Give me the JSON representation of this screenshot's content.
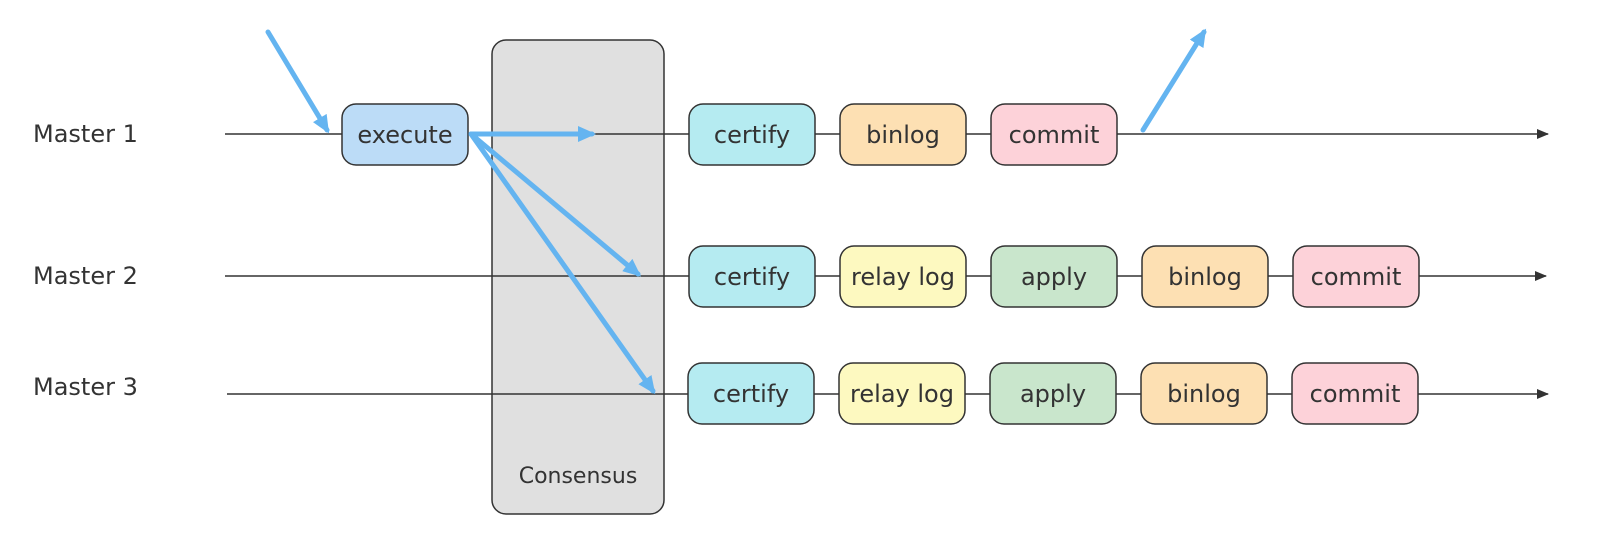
{
  "rows": [
    {
      "label": "Master 1"
    },
    {
      "label": "Master 2"
    },
    {
      "label": "Master 3"
    }
  ],
  "consensus": {
    "label": "Consensus"
  },
  "stages": {
    "execute": "execute",
    "certify": "certify",
    "relay_log": "relay log",
    "apply": "apply",
    "binlog": "binlog",
    "commit": "commit"
  },
  "colors": {
    "execute": "#bcdcf7",
    "certify": "#b5ebf1",
    "relay_log": "#fdf9c0",
    "apply": "#c9e6cc",
    "binlog": "#fde0b3",
    "commit": "#fdd2d9",
    "consensus_fill": "#e0e0e0",
    "flow_arrow": "#64b4f0",
    "timeline": "#333333",
    "box_border": "#333333"
  }
}
